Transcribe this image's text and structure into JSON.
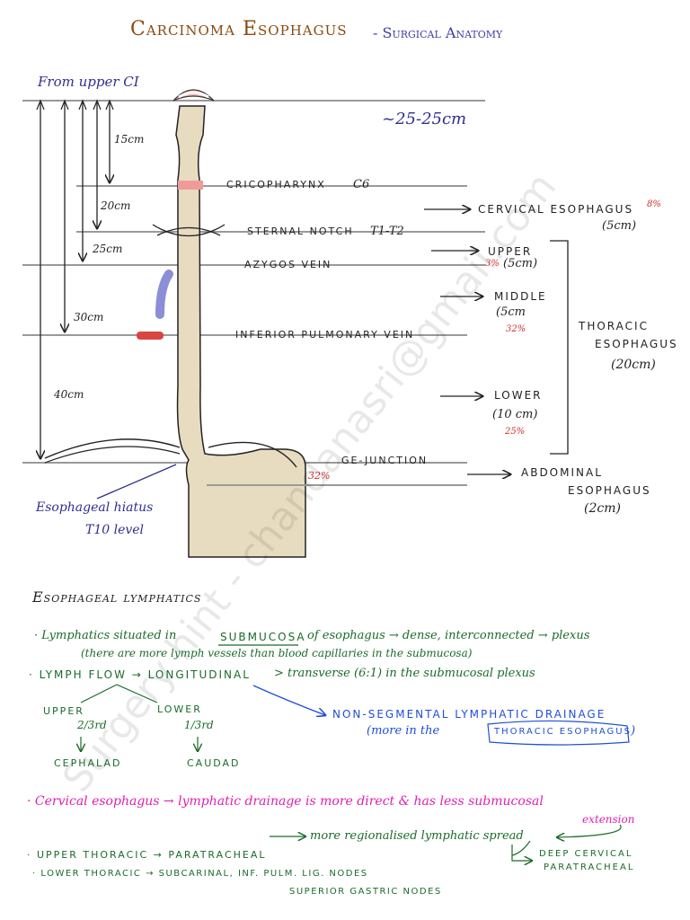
{
  "title": "Carcinoma Esophagus",
  "subtitle": "- Surgical Anatomy",
  "diagram": {
    "from_label": "From upper CI",
    "total_length": "~25-25cm",
    "dist_15": "15cm",
    "dist_20": "20cm",
    "dist_25": "25cm",
    "dist_30": "30cm",
    "dist_40": "40cm",
    "cricopharynx": "CRICOPHARYNX",
    "c6": "C6",
    "sternal_notch": "STERNAL NOTCH",
    "t1t2": "T1-T2",
    "azygos": "AZYGOS VEIN",
    "inf_pulm_vein": "INFERIOR PULMONARY VEIN",
    "ge_junction": "GE-JUNCTION",
    "pct_ge": "32%",
    "hiatus_label": "Esophageal hiatus",
    "hiatus_level": "T10 level",
    "cervical_label": "CERVICAL ESOPHAGUS",
    "cervical_pct": "8%",
    "cervical_len": "(5cm)",
    "upper_label": "UPPER",
    "upper_pct": "3%",
    "upper_len": "(5cm)",
    "middle_label": "MIDDLE",
    "middle_len": "(5cm",
    "middle_pct": "32%",
    "lower_label": "LOWER",
    "lower_len": "(10 cm)",
    "lower_pct": "25%",
    "thoracic_label_1": "THORACIC",
    "thoracic_label_2": "ESOPHAGUS",
    "thoracic_len": "(20cm)",
    "abdominal_label_1": "ABDOMINAL",
    "abdominal_label_2": "ESOPHAGUS",
    "abdominal_len": "(2cm)"
  },
  "watermark": "Surgery hint - chandanasri@gmail.com",
  "lymphatics": {
    "heading": "Esophageal lymphatics",
    "line1_a": "· Lymphatics situated in",
    "line1_b": "SUBMUCOSA",
    "line1_c": "of esophagus → dense, interconnected → plexus",
    "line2": "(there are more lymph vessels than blood capillaries in the submucosa)",
    "line3_a": "· LYMPH FLOW → LONGITUDINAL",
    "line3_b": "> transverse (6:1) in the submucosal plexus",
    "upper_branch": "UPPER",
    "upper_frac": "2/3rd",
    "lower_branch": "LOWER",
    "lower_frac": "1/3rd",
    "cephalad": "CEPHALAD",
    "caudad": "CAUDAD",
    "non_seg_1": "NON-SEGMENTAL LYMPHATIC DRAINAGE",
    "non_seg_2a": "(more in the",
    "non_seg_2b": "THORACIC ESOPHAGUS",
    "non_seg_2c": ")",
    "cervical_line": "· Cervical esophagus → lymphatic drainage is more direct & has less submucosal",
    "extension": "extension",
    "regional": "more regionalised lymphatic spread",
    "upper_thoracic": "· UPPER THORACIC → PARATRACHEAL",
    "lower_thoracic": "· LOWER THORACIC → SUBCARINAL, INF. PULM. LIG. NODES",
    "superior_gastric": "SUPERIOR GASTRIC NODES",
    "deep_cervical_1": "DEEP CERVICAL",
    "deep_cervical_2": "PARATRACHEAL"
  }
}
